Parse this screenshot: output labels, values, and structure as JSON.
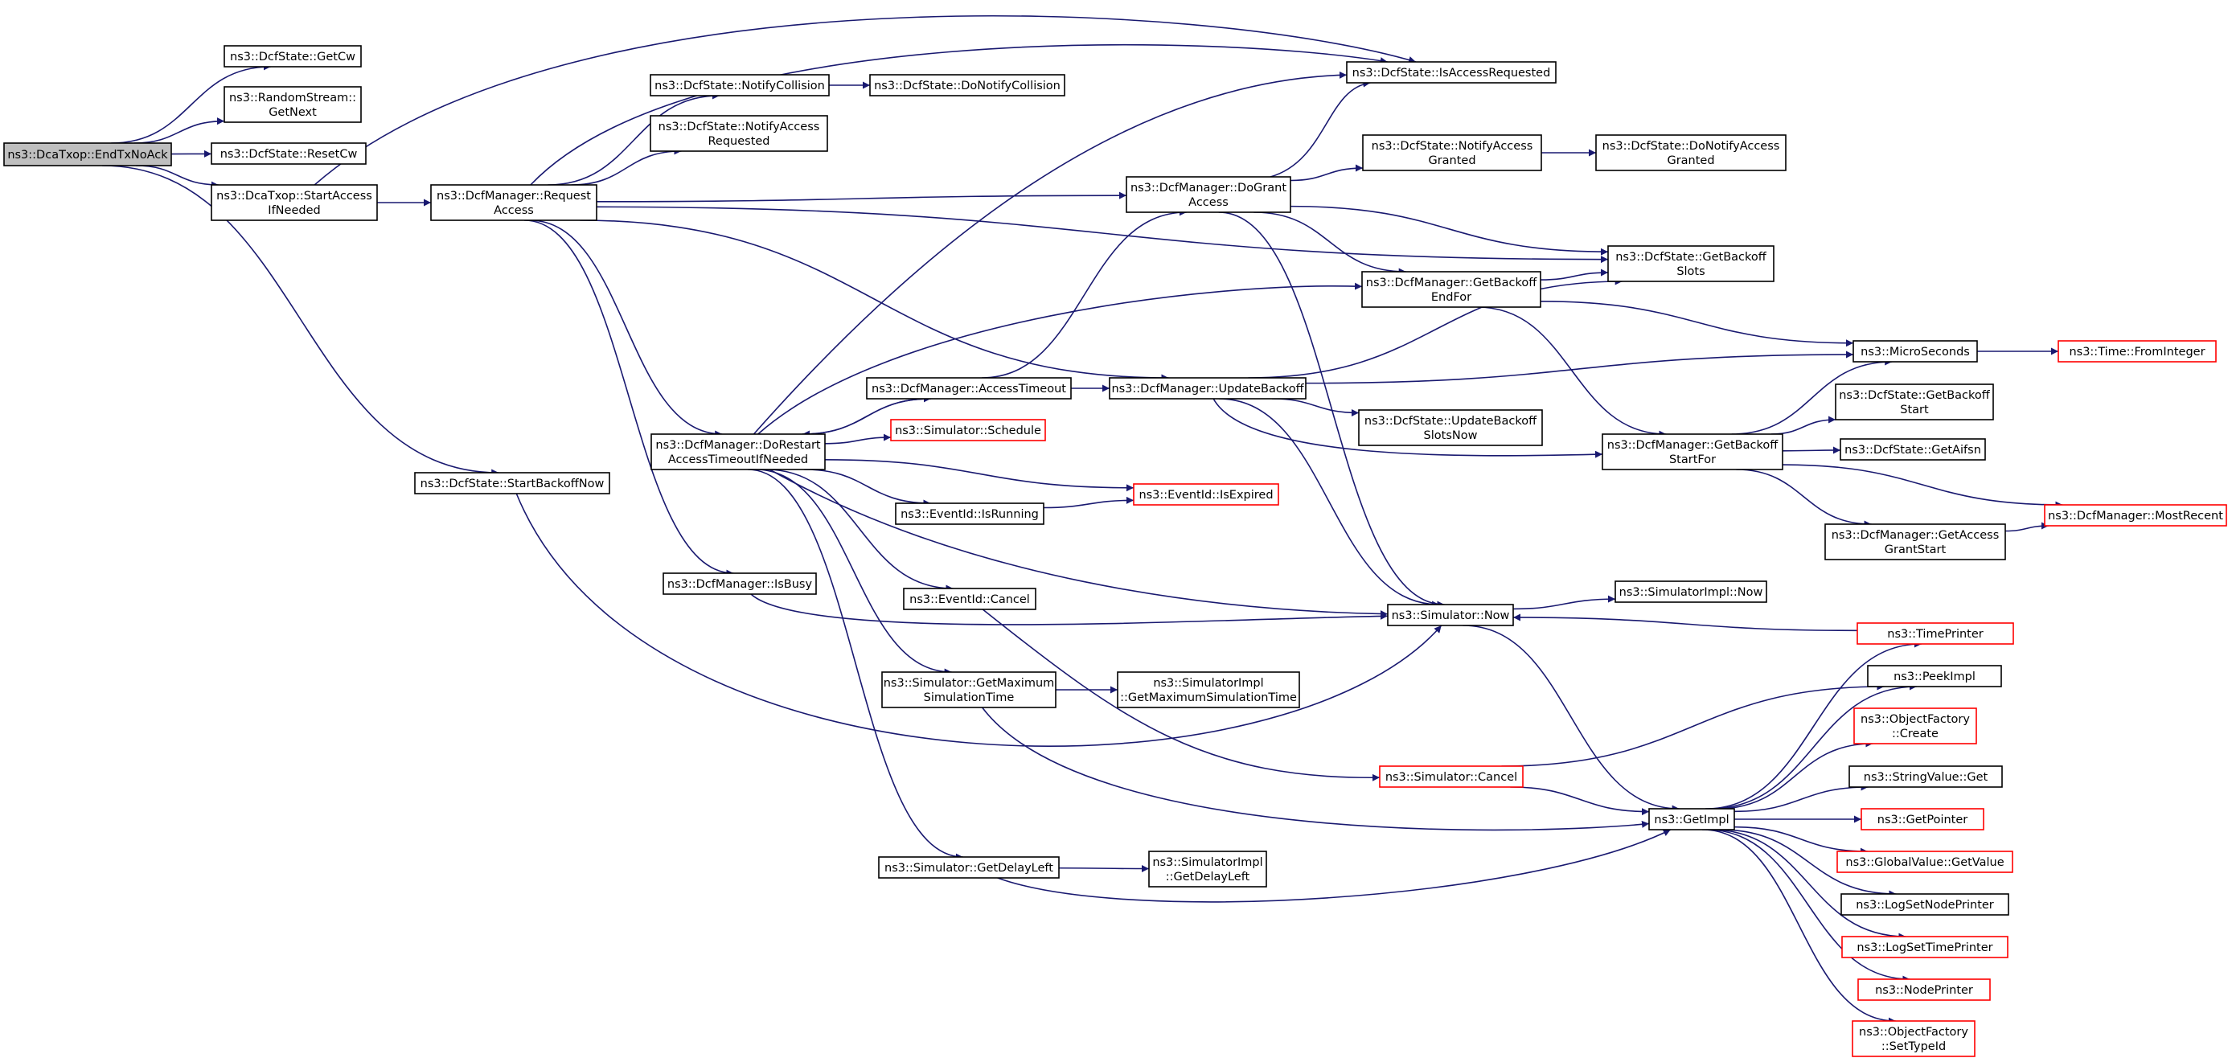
{
  "colors": {
    "edge": "#191970",
    "box_border": "#000000",
    "undocumented_border": "#ff0000",
    "root_fill": "#bfbfbf",
    "background": "#ffffff"
  },
  "nodes": [
    {
      "id": "endtxnoack",
      "lines": [
        "ns3::DcaTxop::EndTxNoAck"
      ],
      "kind": "root"
    },
    {
      "id": "getcw",
      "lines": [
        "ns3::DcfState::GetCw"
      ]
    },
    {
      "id": "rsgetnext",
      "lines": [
        "ns3::RandomStream::",
        "GetNext"
      ]
    },
    {
      "id": "resetcw",
      "lines": [
        "ns3::DcfState::ResetCw"
      ]
    },
    {
      "id": "startaccess",
      "lines": [
        "ns3::DcaTxop::StartAccess",
        "IfNeeded"
      ]
    },
    {
      "id": "requestaccess",
      "lines": [
        "ns3::DcfManager::Request",
        "Access"
      ]
    },
    {
      "id": "startbackoffnow",
      "lines": [
        "ns3::DcfState::StartBackoffNow"
      ]
    },
    {
      "id": "notifycollision",
      "lines": [
        "ns3::DcfState::NotifyCollision"
      ]
    },
    {
      "id": "donotifycollision",
      "lines": [
        "ns3::DcfState::DoNotifyCollision"
      ]
    },
    {
      "id": "notifyaccessreq",
      "lines": [
        "ns3::DcfState::NotifyAccess",
        "Requested"
      ]
    },
    {
      "id": "isaccessreq",
      "lines": [
        "ns3::DcfState::IsAccessRequested"
      ]
    },
    {
      "id": "dogrant",
      "lines": [
        "ns3::DcfManager::DoGrant",
        "Access"
      ]
    },
    {
      "id": "notifyaccessgranted",
      "lines": [
        "ns3::DcfState::NotifyAccess",
        "Granted"
      ]
    },
    {
      "id": "donotifyaccessgranted",
      "lines": [
        "ns3::DcfState::DoNotifyAccess",
        "Granted"
      ]
    },
    {
      "id": "getbackoffslots",
      "lines": [
        "ns3::DcfState::GetBackoff",
        "Slots"
      ]
    },
    {
      "id": "getbackoffendfor",
      "lines": [
        "ns3::DcfManager::GetBackoff",
        "EndFor"
      ]
    },
    {
      "id": "microseconds",
      "lines": [
        "ns3::MicroSeconds"
      ]
    },
    {
      "id": "fromint",
      "lines": [
        "ns3::Time::FromInteger"
      ],
      "undocumented": true
    },
    {
      "id": "accesstimeout",
      "lines": [
        "ns3::DcfManager::AccessTimeout"
      ]
    },
    {
      "id": "updatebackoff",
      "lines": [
        "ns3::DcfManager::UpdateBackoff"
      ]
    },
    {
      "id": "dorestart",
      "lines": [
        "ns3::DcfManager::DoRestart",
        "AccessTimeoutIfNeeded"
      ]
    },
    {
      "id": "schedule",
      "lines": [
        "ns3::Simulator::Schedule"
      ],
      "undocumented": true
    },
    {
      "id": "updatebackoffslots",
      "lines": [
        "ns3::DcfState::UpdateBackoff",
        "SlotsNow"
      ]
    },
    {
      "id": "getbackoffstart",
      "lines": [
        "ns3::DcfState::GetBackoff",
        "Start"
      ]
    },
    {
      "id": "getbackoffstartfor",
      "lines": [
        "ns3::DcfManager::GetBackoff",
        "StartFor"
      ]
    },
    {
      "id": "getaifsn",
      "lines": [
        "ns3::DcfState::GetAifsn"
      ]
    },
    {
      "id": "mostrecent",
      "lines": [
        "ns3::DcfManager::MostRecent"
      ],
      "undocumented": true
    },
    {
      "id": "getaccessgrantstart",
      "lines": [
        "ns3::DcfManager::GetAccess",
        "GrantStart"
      ]
    },
    {
      "id": "isrunning",
      "lines": [
        "ns3::EventId::IsRunning"
      ]
    },
    {
      "id": "isexpired",
      "lines": [
        "ns3::EventId::IsExpired"
      ],
      "undocumented": true
    },
    {
      "id": "isbusy",
      "lines": [
        "ns3::DcfManager::IsBusy"
      ]
    },
    {
      "id": "evcancel",
      "lines": [
        "ns3::EventId::Cancel"
      ]
    },
    {
      "id": "simnow",
      "lines": [
        "ns3::Simulator::Now"
      ]
    },
    {
      "id": "simimplnow",
      "lines": [
        "ns3::SimulatorImpl::Now"
      ]
    },
    {
      "id": "timeprinter",
      "lines": [
        "ns3::TimePrinter"
      ],
      "undocumented": true
    },
    {
      "id": "peekimpl",
      "lines": [
        "ns3::PeekImpl"
      ]
    },
    {
      "id": "ofcreate",
      "lines": [
        "ns3::ObjectFactory",
        "::Create"
      ],
      "undocumented": true
    },
    {
      "id": "getmaxsim",
      "lines": [
        "ns3::Simulator::GetMaximum",
        "SimulationTime"
      ]
    },
    {
      "id": "implgetmaxsim",
      "lines": [
        "ns3::SimulatorImpl",
        "::GetMaximumSimulationTime"
      ]
    },
    {
      "id": "simcancel",
      "lines": [
        "ns3::Simulator::Cancel"
      ],
      "undocumented": true
    },
    {
      "id": "stringvalueget",
      "lines": [
        "ns3::StringValue::Get"
      ]
    },
    {
      "id": "getimpl",
      "lines": [
        "ns3::GetImpl"
      ]
    },
    {
      "id": "getpointer",
      "lines": [
        "ns3::GetPointer"
      ],
      "undocumented": true
    },
    {
      "id": "globalvalueget",
      "lines": [
        "ns3::GlobalValue::GetValue"
      ],
      "undocumented": true
    },
    {
      "id": "getdelayleft",
      "lines": [
        "ns3::Simulator::GetDelayLeft"
      ]
    },
    {
      "id": "implgetdelayleft",
      "lines": [
        "ns3::SimulatorImpl",
        "::GetDelayLeft"
      ]
    },
    {
      "id": "logsetnodeprinter",
      "lines": [
        "ns3::LogSetNodePrinter"
      ]
    },
    {
      "id": "logsettimeprinter",
      "lines": [
        "ns3::LogSetTimePrinter"
      ],
      "undocumented": true
    },
    {
      "id": "nodeprinter",
      "lines": [
        "ns3::NodePrinter"
      ],
      "undocumented": true
    },
    {
      "id": "ofsettypeid",
      "lines": [
        "ns3::ObjectFactory",
        "::SetTypeId"
      ],
      "undocumented": true
    }
  ],
  "edges": [
    [
      "endtxnoack",
      "getcw"
    ],
    [
      "endtxnoack",
      "rsgetnext"
    ],
    [
      "endtxnoack",
      "resetcw"
    ],
    [
      "endtxnoack",
      "startaccess"
    ],
    [
      "endtxnoack",
      "startbackoffnow"
    ],
    [
      "startaccess",
      "requestaccess"
    ],
    [
      "startaccess",
      "isaccessreq"
    ],
    [
      "requestaccess",
      "notifycollision"
    ],
    [
      "requestaccess",
      "notifyaccessreq"
    ],
    [
      "requestaccess",
      "isaccessreq"
    ],
    [
      "requestaccess",
      "dogrant"
    ],
    [
      "requestaccess",
      "getbackoffslots"
    ],
    [
      "requestaccess",
      "updatebackoff"
    ],
    [
      "requestaccess",
      "dorestart"
    ],
    [
      "requestaccess",
      "isbusy"
    ],
    [
      "notifycollision",
      "donotifycollision"
    ],
    [
      "dogrant",
      "isaccessreq"
    ],
    [
      "dogrant",
      "notifyaccessgranted"
    ],
    [
      "dogrant",
      "getbackoffslots"
    ],
    [
      "dogrant",
      "getbackoffendfor"
    ],
    [
      "dogrant",
      "simnow"
    ],
    [
      "notifyaccessgranted",
      "donotifyaccessgranted"
    ],
    [
      "getbackoffendfor",
      "getbackoffslots"
    ],
    [
      "getbackoffendfor",
      "microseconds"
    ],
    [
      "getbackoffendfor",
      "getbackoffstartfor"
    ],
    [
      "microseconds",
      "fromint"
    ],
    [
      "accesstimeout",
      "dogrant"
    ],
    [
      "accesstimeout",
      "updatebackoff"
    ],
    [
      "accesstimeout",
      "dorestart"
    ],
    [
      "updatebackoff",
      "getbackoffslots"
    ],
    [
      "updatebackoff",
      "microseconds"
    ],
    [
      "updatebackoff",
      "updatebackoffslots"
    ],
    [
      "updatebackoff",
      "getbackoffstartfor"
    ],
    [
      "updatebackoff",
      "simnow"
    ],
    [
      "dorestart",
      "isaccessreq"
    ],
    [
      "dorestart",
      "getbackoffendfor"
    ],
    [
      "dorestart",
      "accesstimeout"
    ],
    [
      "dorestart",
      "schedule"
    ],
    [
      "dorestart",
      "isexpired"
    ],
    [
      "dorestart",
      "isrunning"
    ],
    [
      "dorestart",
      "simnow"
    ],
    [
      "dorestart",
      "evcancel"
    ],
    [
      "dorestart",
      "getmaxsim"
    ],
    [
      "dorestart",
      "getdelayleft"
    ],
    [
      "getbackoffstartfor",
      "microseconds"
    ],
    [
      "getbackoffstartfor",
      "getbackoffstart"
    ],
    [
      "getbackoffstartfor",
      "getaifsn"
    ],
    [
      "getbackoffstartfor",
      "mostrecent"
    ],
    [
      "getbackoffstartfor",
      "getaccessgrantstart"
    ],
    [
      "getaccessgrantstart",
      "mostrecent"
    ],
    [
      "isrunning",
      "isexpired"
    ],
    [
      "isbusy",
      "simnow"
    ],
    [
      "startbackoffnow",
      "simnow"
    ],
    [
      "simnow",
      "simimplnow"
    ],
    [
      "simnow",
      "getimpl"
    ],
    [
      "timeprinter",
      "simnow"
    ],
    [
      "evcancel",
      "simcancel"
    ],
    [
      "simcancel",
      "peekimpl"
    ],
    [
      "simcancel",
      "getimpl"
    ],
    [
      "getmaxsim",
      "implgetmaxsim"
    ],
    [
      "getmaxsim",
      "getimpl"
    ],
    [
      "getdelayleft",
      "implgetdelayleft"
    ],
    [
      "getdelayleft",
      "getimpl"
    ],
    [
      "getimpl",
      "timeprinter"
    ],
    [
      "getimpl",
      "peekimpl"
    ],
    [
      "getimpl",
      "ofcreate"
    ],
    [
      "getimpl",
      "stringvalueget"
    ],
    [
      "getimpl",
      "getpointer"
    ],
    [
      "getimpl",
      "globalvalueget"
    ],
    [
      "getimpl",
      "logsetnodeprinter"
    ],
    [
      "getimpl",
      "logsettimeprinter"
    ],
    [
      "getimpl",
      "nodeprinter"
    ],
    [
      "getimpl",
      "ofsettypeid"
    ]
  ]
}
